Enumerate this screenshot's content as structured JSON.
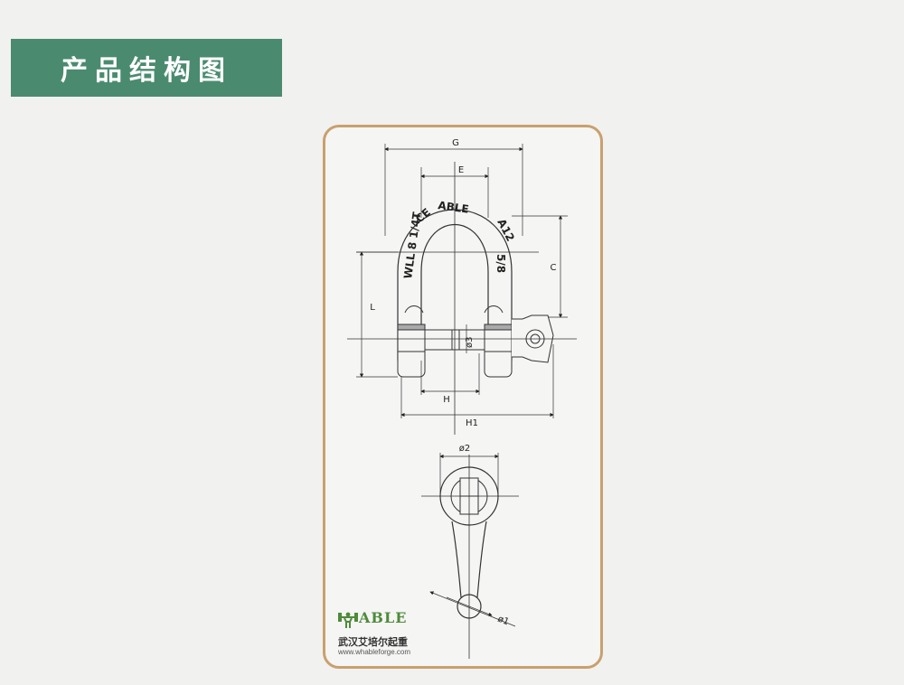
{
  "header": {
    "title": "产品结构图"
  },
  "drawing": {
    "dims": {
      "g": "G",
      "e": "E",
      "c": "C",
      "l": "L",
      "h": "H",
      "h1": "H1",
      "phi3": "ø3",
      "phi2": "ø2",
      "phi1": "ø1"
    },
    "stamps": {
      "wll": "WLL 8 1/4T",
      "ce": "CE",
      "brand": "ABLE",
      "code": "A12",
      "size": "5/8"
    }
  },
  "logo": {
    "brand": "ABLE",
    "company": "武汉艾培尔起重",
    "url": "www.whableforge.com"
  }
}
